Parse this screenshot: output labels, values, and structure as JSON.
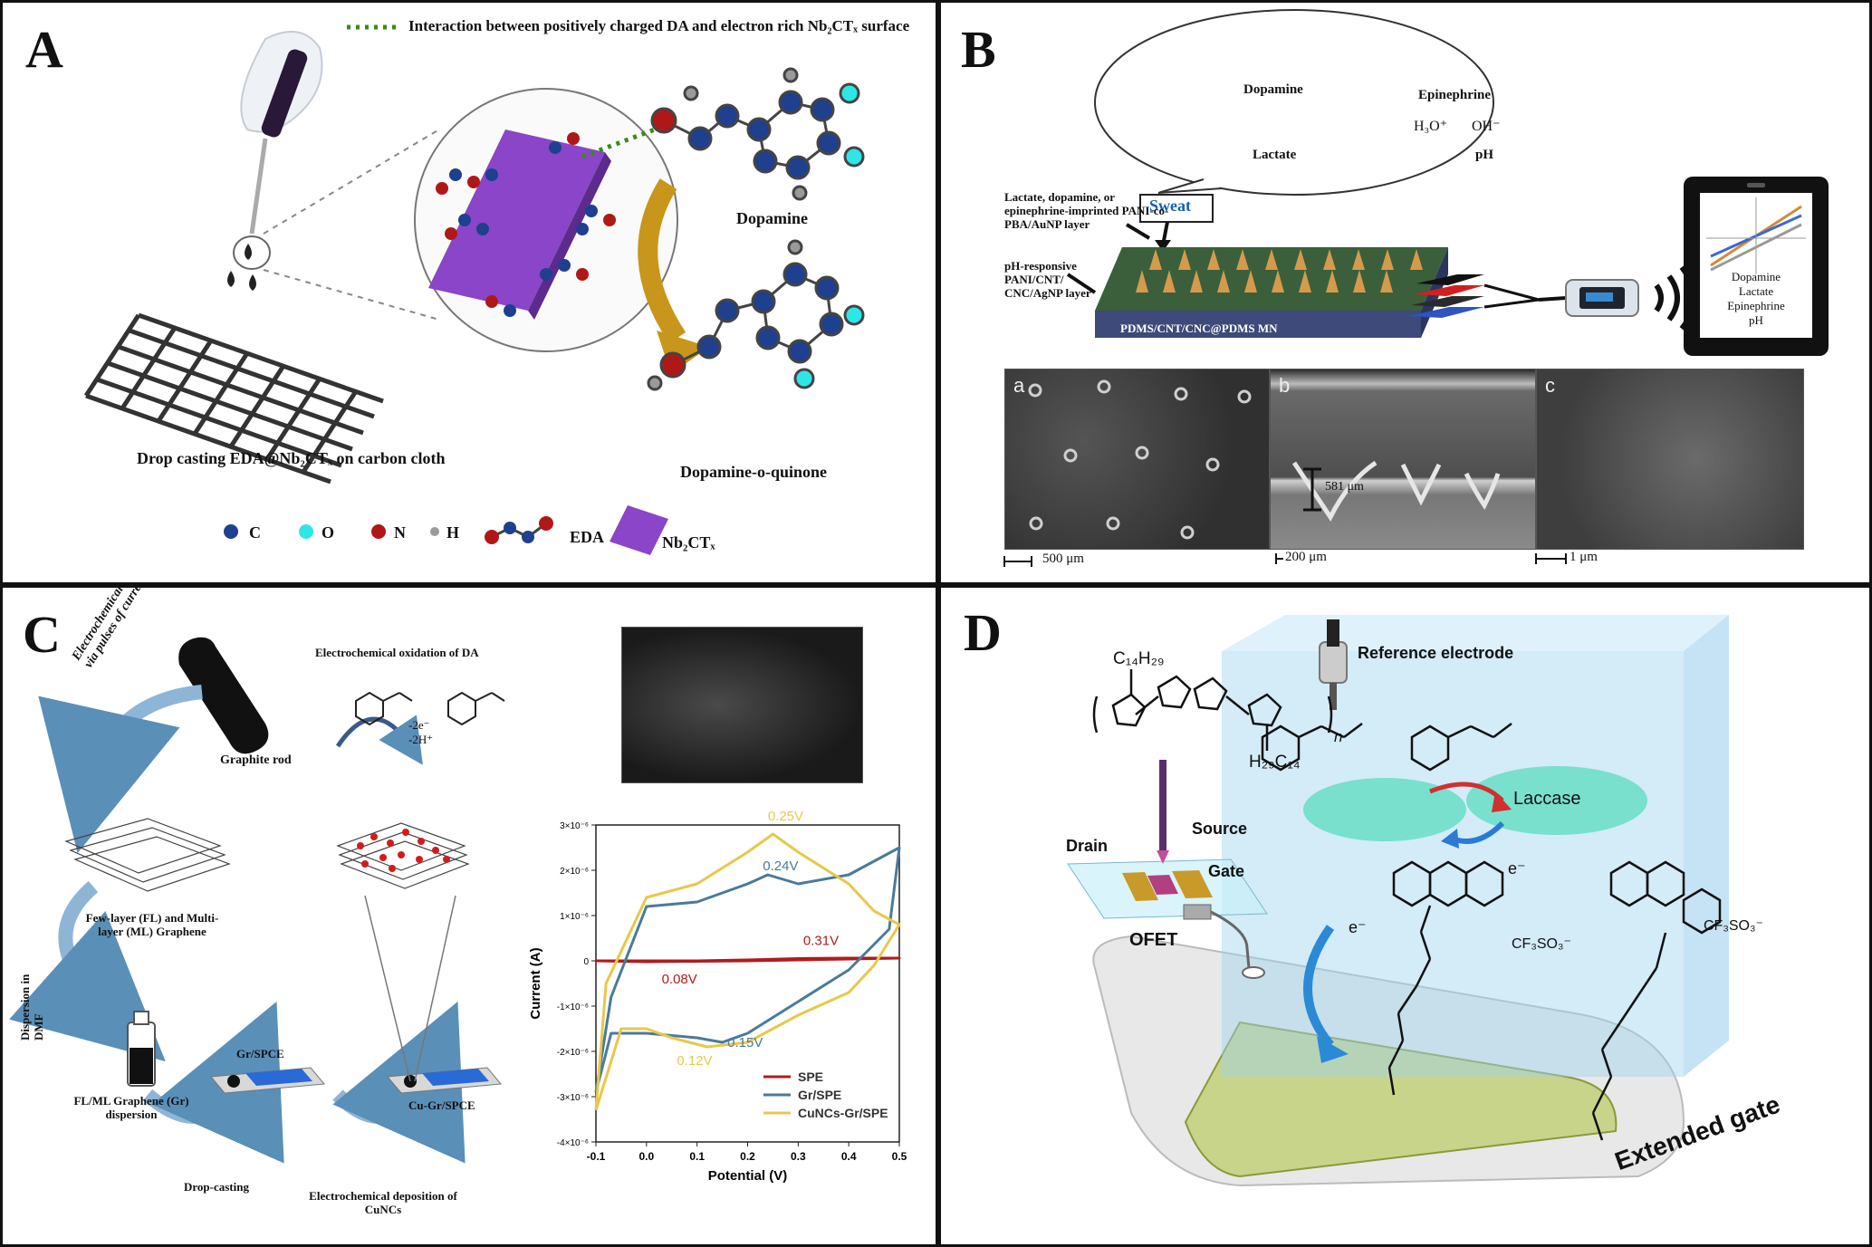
{
  "panels": {
    "a": {
      "label": "A",
      "interaction_note": "Interaction between positively charged DA and electron rich Nb₂CTₓ surface",
      "dopamine": "Dopamine",
      "quinone": "Dopamine-o-quinone",
      "drop_cast": "Drop casting EDA@Nb₂CTₓ on carbon cloth",
      "legend": {
        "c": "C",
        "o": "O",
        "n": "N",
        "h": "H",
        "eda": "EDA",
        "nb": "Nb₂CTₓ"
      },
      "colors": {
        "carbon": "#1f3f8f",
        "oxygen": "#2fe6e6",
        "nitrogen": "#b01818",
        "hydrogen": "#9a9a9a",
        "nb_sheet": "#8a45c8",
        "arrow": "#c8961a",
        "dotted": "#3a8a1a"
      }
    },
    "b": {
      "label": "B",
      "dopamine": "Dopamine",
      "epinephrine": "Epinephrine",
      "lactate": "Lactate",
      "ph": "pH",
      "h3o": "H₃O⁺",
      "oh": "OH⁻",
      "sweat": "Sweat",
      "layer1": "Lactate, dopamine, or epinephrine-imprinted PANI-co-PBA/AuNP layer",
      "layer2": "pH-responsive PANI/CNT/ CNC/AgNP layer",
      "substrate": "PDMS/CNT/CNC@PDMS MN",
      "phone_lines": [
        "Dopamine",
        "Lactate",
        "Epinephrine",
        "pH"
      ],
      "sem_labels": [
        "a",
        "b",
        "c"
      ],
      "depth": "581 μm",
      "scales": [
        "500 μm",
        "200 μm",
        "1 μm"
      ]
    },
    "c": {
      "label": "C",
      "exfoliation": "Electrochemical exfoliation via pulses of current",
      "graphite": "Graphite rod",
      "oxidation": "Electrochemical oxidation of DA",
      "electrons": "-2e⁻",
      "protons": "-2H⁺",
      "graphene": "Few-layer (FL) and Multi-layer (ML) Graphene",
      "dispersion_step": "Dispersion in DMF",
      "dispersion": "FL/ML Graphene (Gr) dispersion",
      "gr_spce": "Gr/SPCE",
      "cu_spce": "Cu-Gr/SPCE",
      "drop_casting": "Drop-casting",
      "deposition": "Electrochemical deposition of CuNCs"
    },
    "d": {
      "label": "D",
      "reference": "Reference electrode",
      "drain": "Drain",
      "source": "Source",
      "gate": "Gate",
      "ofet": "OFET",
      "laccase": "Laccase",
      "extended_gate": "Extended gate",
      "c14": "C₁₄H₂₉",
      "h29": "H₂₉C₁₄",
      "n": "n",
      "triflate": "CF₃SO₃⁻",
      "electron": "e⁻"
    }
  },
  "chart_data": {
    "type": "line",
    "xlabel": "Potential (V)",
    "ylabel": "Current (A)",
    "xlim": [
      -0.1,
      0.5
    ],
    "ylim": [
      -4e-06,
      3e-06
    ],
    "xticks": [
      -0.1,
      0.0,
      0.1,
      0.2,
      0.3,
      0.4,
      0.5
    ],
    "yticks": [
      -4e-06,
      -3e-06,
      -2e-06,
      -1e-06,
      0,
      1e-06,
      2e-06,
      3e-06
    ],
    "yticklabels": [
      "-4×10⁻⁶",
      "-3×10⁻⁶",
      "-2×10⁻⁶",
      "-1×10⁻⁶",
      "0",
      "1×10⁻⁶",
      "2×10⁻⁶",
      "3×10⁻⁶"
    ],
    "legend_position": "bottom-right",
    "series": [
      {
        "name": "SPE",
        "color": "#b01c1c",
        "x": [
          -0.1,
          0.0,
          0.1,
          0.2,
          0.3,
          0.4,
          0.5,
          0.4,
          0.3,
          0.2,
          0.1,
          0.0,
          -0.1
        ],
        "y": [
          0.0,
          0.0,
          0.0,
          2e-08,
          5e-08,
          6e-08,
          6e-08,
          4e-08,
          2e-08,
          0.0,
          -1e-08,
          -2e-08,
          0.0
        ]
      },
      {
        "name": "Gr/SPE",
        "color": "#4a7a9a",
        "x": [
          -0.1,
          -0.07,
          0.0,
          0.1,
          0.2,
          0.24,
          0.3,
          0.4,
          0.5,
          0.48,
          0.4,
          0.3,
          0.2,
          0.15,
          0.1,
          0.0,
          -0.07,
          -0.1
        ],
        "y": [
          -2.9e-06,
          -8e-07,
          1.2e-06,
          1.3e-06,
          1.7e-06,
          1.9e-06,
          1.7e-06,
          1.9e-06,
          2.5e-06,
          7e-07,
          -2e-07,
          -9e-07,
          -1.6e-06,
          -1.8e-06,
          -1.7e-06,
          -1.6e-06,
          -1.6e-06,
          -2.9e-06
        ]
      },
      {
        "name": "CuNCs-Gr/SPE",
        "color": "#e8c84a",
        "x": [
          -0.1,
          -0.08,
          0.0,
          0.1,
          0.2,
          0.25,
          0.3,
          0.4,
          0.45,
          0.5,
          0.45,
          0.4,
          0.3,
          0.2,
          0.12,
          0.05,
          0.0,
          -0.05,
          -0.1
        ],
        "y": [
          -3.3e-06,
          -5e-07,
          1.4e-06,
          1.7e-06,
          2.4e-06,
          2.8e-06,
          2.4e-06,
          1.7e-06,
          1.1e-06,
          8e-07,
          -1e-07,
          -7e-07,
          -1.2e-06,
          -1.8e-06,
          -1.9e-06,
          -1.7e-06,
          -1.5e-06,
          -1.5e-06,
          -3.3e-06
        ]
      }
    ],
    "annotations": [
      {
        "text": "0.25V",
        "x": 0.24,
        "y": 3.1e-06,
        "color": "#e8c84a"
      },
      {
        "text": "0.24V",
        "x": 0.23,
        "y": 2e-06,
        "color": "#4a7a9a"
      },
      {
        "text": "0.31V",
        "x": 0.31,
        "y": 3.5e-07,
        "color": "#b01c1c"
      },
      {
        "text": "0.08V",
        "x": 0.03,
        "y": -5e-07,
        "color": "#b01c1c"
      },
      {
        "text": "0.15V",
        "x": 0.16,
        "y": -1.9e-06,
        "color": "#4a7a9a"
      },
      {
        "text": "0.12V",
        "x": 0.06,
        "y": -2.3e-06,
        "color": "#e8c84a"
      }
    ]
  }
}
